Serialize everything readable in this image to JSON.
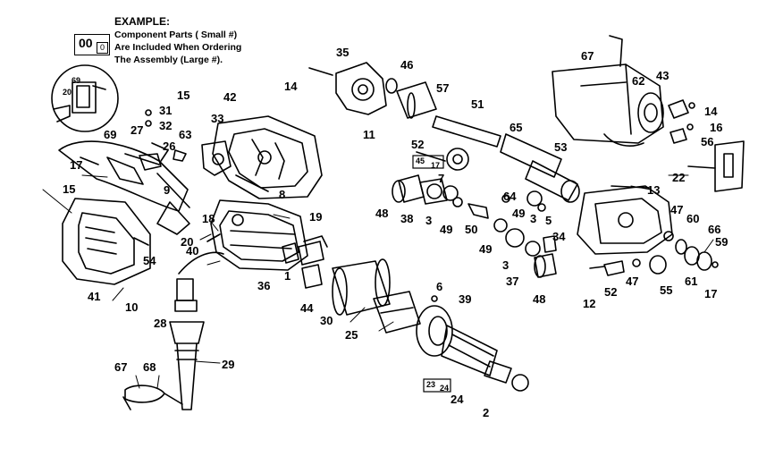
{
  "legend": {
    "title": "EXAMPLE:",
    "lines": [
      "Component Parts ( Small #)",
      "Are Included When Ordering",
      "The Assembly (Large #)."
    ],
    "box_large": "00",
    "box_small": "0"
  },
  "inset_labels": [
    "69",
    "20"
  ],
  "sub_assemblies": [
    {
      "large": "45",
      "small": "17"
    },
    {
      "large": "23",
      "small": "24"
    }
  ],
  "part_numbers": [
    "14",
    "35",
    "46",
    "57",
    "51",
    "65",
    "53",
    "67",
    "62",
    "43",
    "14",
    "16",
    "56",
    "22",
    "15",
    "31",
    "32",
    "42",
    "27",
    "26",
    "63",
    "33",
    "69",
    "17",
    "9",
    "15",
    "8",
    "11",
    "52",
    "7",
    "13",
    "48",
    "38",
    "3",
    "49",
    "50",
    "64",
    "49",
    "3",
    "5",
    "34",
    "47",
    "60",
    "66",
    "59",
    "18",
    "19",
    "20",
    "40",
    "54",
    "41",
    "10",
    "36",
    "1",
    "44",
    "6",
    "39",
    "30",
    "25",
    "28",
    "29",
    "67",
    "68",
    "24",
    "2",
    "49",
    "3",
    "37",
    "48",
    "12",
    "52",
    "47",
    "55",
    "61",
    "17"
  ],
  "colors": {
    "ink": "#000000",
    "paper": "#ffffff"
  }
}
